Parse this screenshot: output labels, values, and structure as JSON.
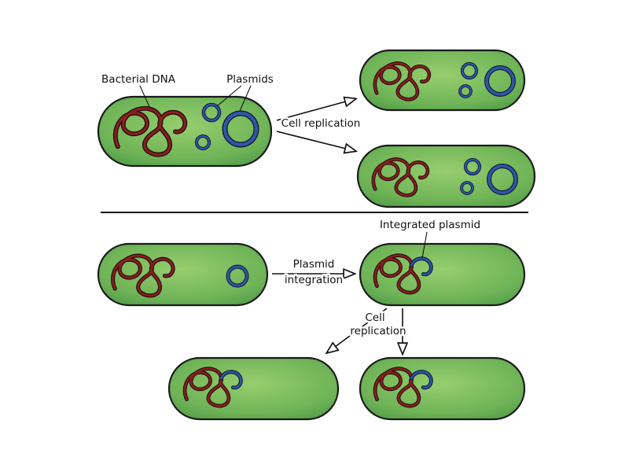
{
  "diagram": {
    "labels": {
      "bacterial_dna": "Bacterial DNA",
      "plasmids": "Plasmids",
      "cell_replication_top": "Cell replication",
      "plasmid_integration_line1": "Plasmid",
      "plasmid_integration_line2": "integration",
      "integrated_plasmid": "Integrated plasmid",
      "cell_replication_bottom_line1": "Cell",
      "cell_replication_bottom_line2": "replication"
    },
    "colors": {
      "background": "#ffffff",
      "cell_fill_center": "#97ce6e",
      "cell_fill_mid": "#6fb457",
      "cell_fill_edge": "#459040",
      "cell_border": "#1a1a1a",
      "dna_color": "#8b1f1f",
      "dna_outline": "#200d0d",
      "plasmid_color": "#3157a6",
      "plasmid_outline": "#101c3f",
      "line_color": "#111111",
      "text_color": "#111111"
    }
  }
}
